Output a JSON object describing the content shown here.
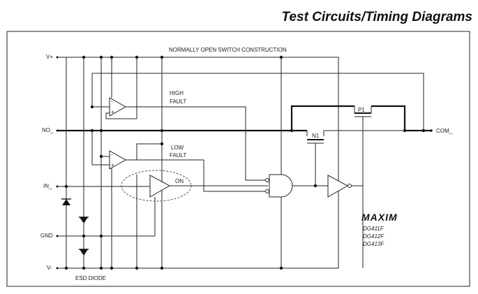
{
  "header": {
    "title": "Test Circuits/Timing Diagrams"
  },
  "schematic": {
    "construction_label": "NORMALLY OPEN SWITCH CONSTRUCTION",
    "pins": {
      "vplus": "V+",
      "no": "NO_",
      "in": "IN_",
      "gnd": "GND",
      "vminus": "V-",
      "com": "COM_"
    },
    "labels": {
      "high": "HIGH",
      "high_fault": "FAULT",
      "low": "LOW",
      "low_fault": "FAULT",
      "on": "ON",
      "n1": "N1",
      "p1": "P1",
      "esd": "ESD DIODE"
    },
    "comparator_signs": {
      "minus": "-",
      "plus": "+"
    },
    "brand": {
      "logo": "MAXIM",
      "parts": [
        "DG411F",
        "DG412F",
        "DG413F"
      ]
    }
  }
}
